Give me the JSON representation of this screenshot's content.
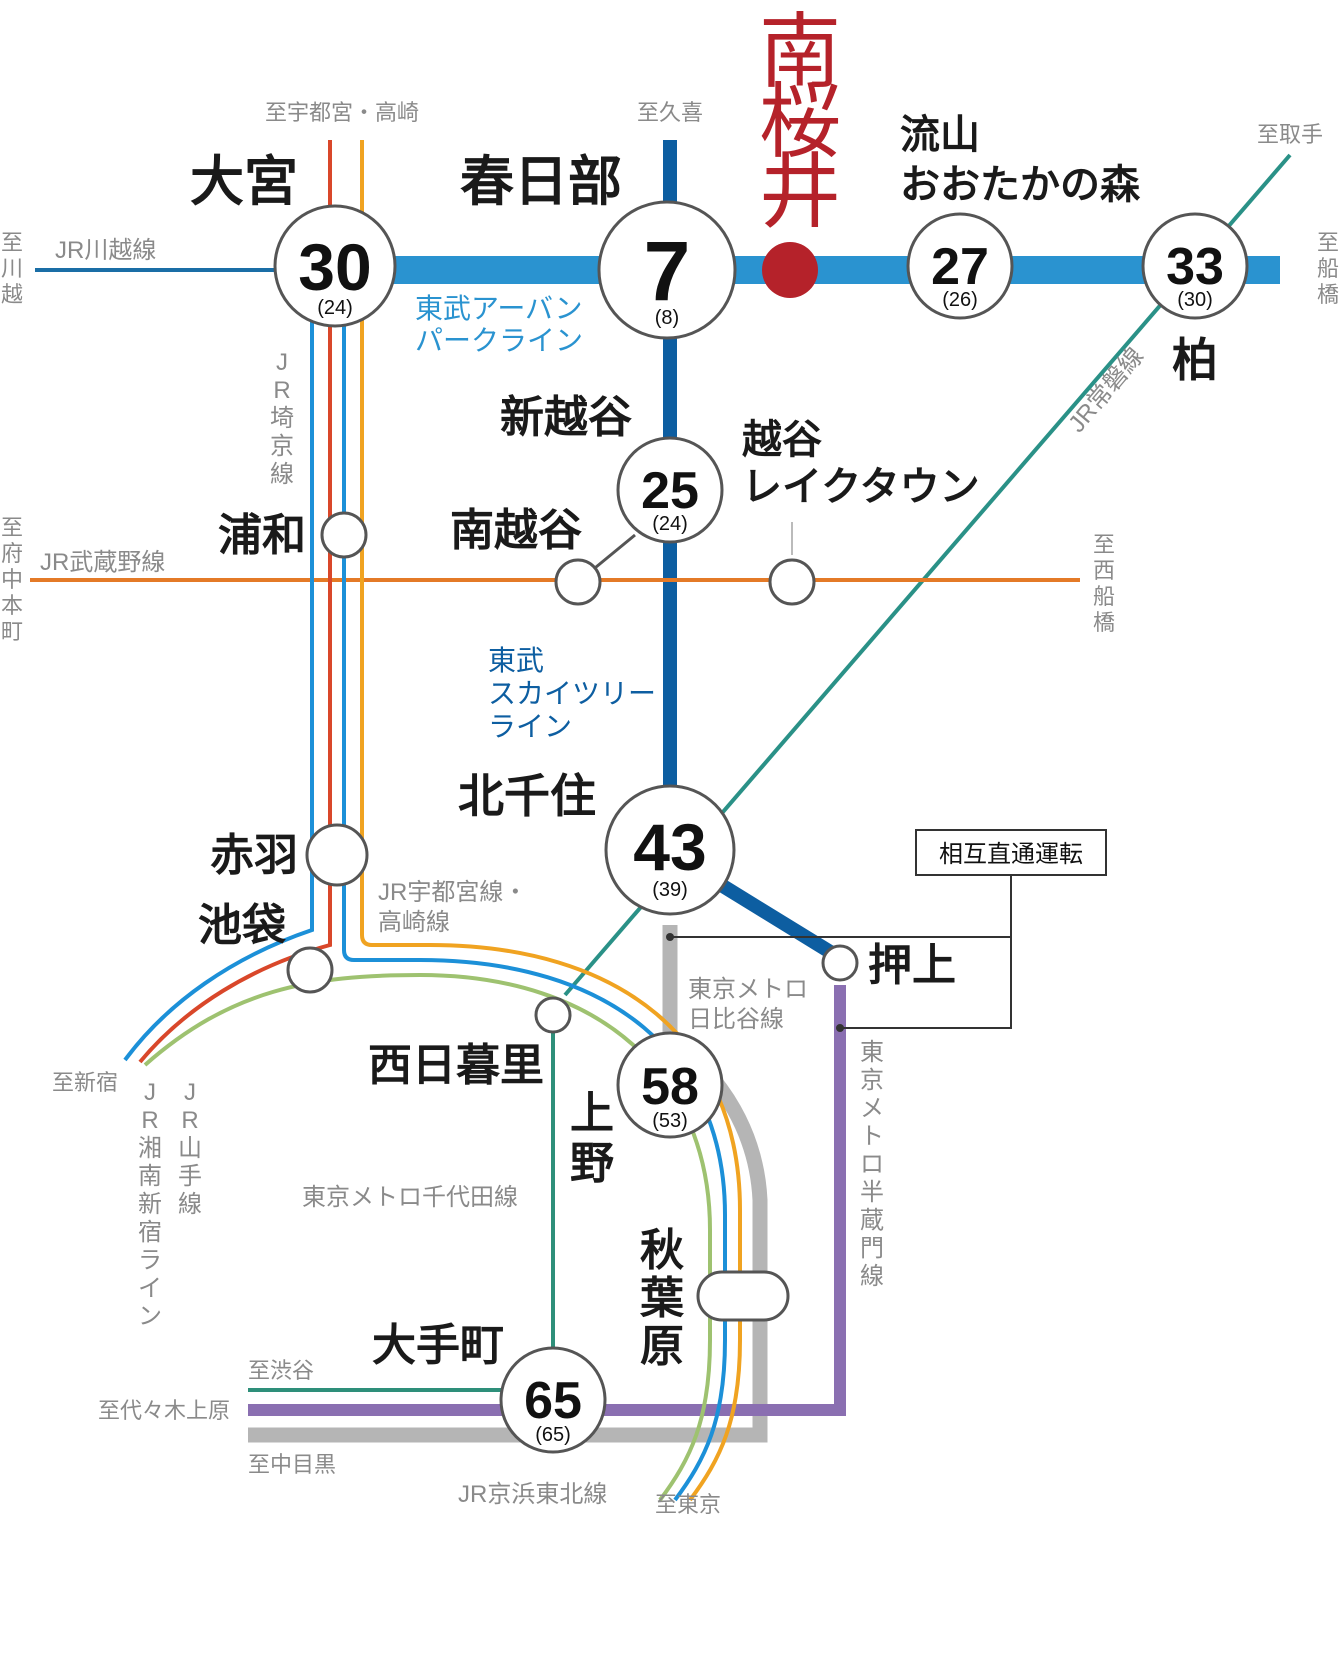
{
  "colors": {
    "tobu_urban_park": "#2a93d0",
    "tobu_skytree": "#0d5ea1",
    "jr_kawagoe": "#1a6ea6",
    "jr_musashino": "#e47a27",
    "jr_joban": "#2a9187",
    "jr_utsunomiya_takasaki": "#f0a321",
    "jr_saikyo": "#19975f",
    "jr_shonan": "#d9472a",
    "jr_keihin": "#1c90d8",
    "jr_yamanote": "#9ec270",
    "metro_hibiya": "#b5b5b5",
    "metro_hanzomon": "#8a6fb1",
    "metro_chiyoda": "#2e8f7a",
    "highlight": "#b5222a"
  },
  "featured_station": {
    "name_lines": [
      "南",
      "桜",
      "井"
    ]
  },
  "stations": {
    "omiya": {
      "name": "大宮",
      "minutes": "30",
      "transfer": "(24)"
    },
    "kasukabe": {
      "name": "春日部",
      "minutes": "7",
      "transfer": "(8)"
    },
    "nagareyama": {
      "name_lines": [
        "流山",
        "おおたかの森"
      ],
      "minutes": "27",
      "transfer": "(26)"
    },
    "kashiwa": {
      "name": "柏",
      "minutes": "33",
      "transfer": "(30)"
    },
    "shinkoshigaya": {
      "name": "新越谷",
      "minutes": "25",
      "transfer": "(24)"
    },
    "minamikoshigaya": {
      "name": "南越谷"
    },
    "koshigaya_laketown": {
      "name_lines": [
        "越谷",
        "レイクタウン"
      ]
    },
    "urawa": {
      "name": "浦和"
    },
    "kitasenju": {
      "name": "北千住",
      "minutes": "43",
      "transfer": "(39)"
    },
    "akabane": {
      "name": "赤羽"
    },
    "ikebukuro": {
      "name": "池袋"
    },
    "oshiage": {
      "name": "押上"
    },
    "nishinippori": {
      "name": "西日暮里"
    },
    "ueno": {
      "name_lines": [
        "上",
        "野"
      ],
      "minutes": "58",
      "transfer": "(53)"
    },
    "akihabara": {
      "name_lines": [
        "秋",
        "葉",
        "原"
      ]
    },
    "otemachi": {
      "name": "大手町",
      "minutes": "65",
      "transfer": "(65)"
    }
  },
  "line_labels": {
    "tobu_urban_park": [
      "東武アーバン",
      "パークライン"
    ],
    "tobu_skytree": [
      "東武",
      "スカイツリー",
      "ライン"
    ],
    "jr_kawagoe": "JR川越線",
    "jr_musashino": "JR武蔵野線",
    "jr_saikyo": [
      "J",
      "R",
      "埼",
      "京",
      "線"
    ],
    "jr_joban": "JR常磐線",
    "jr_utsunomiya_takasaki": [
      "JR宇都宮線・",
      "高崎線"
    ],
    "metro_hibiya": [
      "東京メトロ",
      "日比谷線"
    ],
    "metro_hanzomon": [
      "東",
      "京",
      "メ",
      "ト",
      "ロ",
      "半",
      "蔵",
      "門",
      "線"
    ],
    "metro_chiyoda": "東京メトロ千代田線",
    "jr_shonan": [
      "J",
      "R",
      "湘",
      "南",
      "新",
      "宿",
      "ラ",
      "イ",
      "ン"
    ],
    "jr_yamanote": [
      "J",
      "R",
      "山",
      "手",
      "線"
    ],
    "jr_keihin": "JR京浜東北線"
  },
  "directions": {
    "utsunomiya": "至宇都宮・高崎",
    "kuki": "至久喜",
    "toride": "至取手",
    "kawagoe": [
      "至",
      "川",
      "越"
    ],
    "funabashi": [
      "至",
      "船",
      "橋"
    ],
    "fuchu": [
      "至",
      "府",
      "中",
      "本",
      "町"
    ],
    "nishifunabashi": [
      "至",
      "西",
      "船",
      "橋"
    ],
    "shinjuku": "至新宿",
    "shibuya": "至渋谷",
    "yoyogi": "至代々木上原",
    "nakameguro": "至中目黒",
    "tokyo": "至東京"
  },
  "legend": {
    "through_service": "相互直通運転"
  }
}
